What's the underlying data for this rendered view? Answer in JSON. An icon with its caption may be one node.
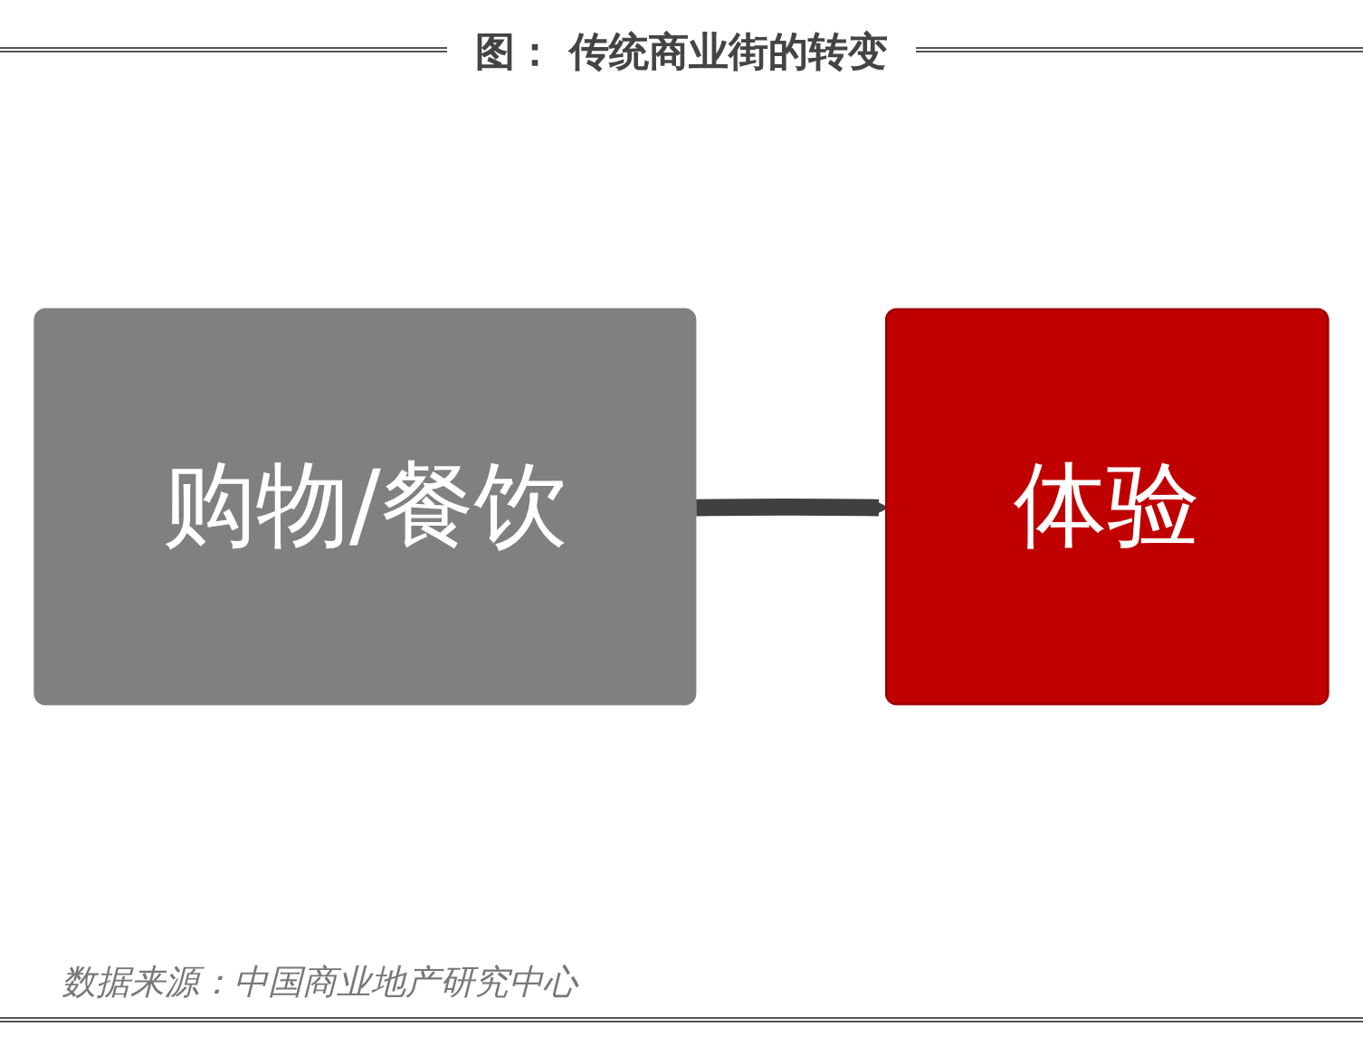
{
  "diagram": {
    "title": "图： 传统商业街的转变",
    "caption": "数据来源：中国商业地产研究中心",
    "nodes": [
      {
        "text": [
          "购物/餐饮"
        ]
      },
      {
        "text": [
          "体验"
        ]
      }
    ],
    "edges": [
      {
        "from": 0,
        "to": 1,
        "arrow": "to"
      }
    ]
  }
}
